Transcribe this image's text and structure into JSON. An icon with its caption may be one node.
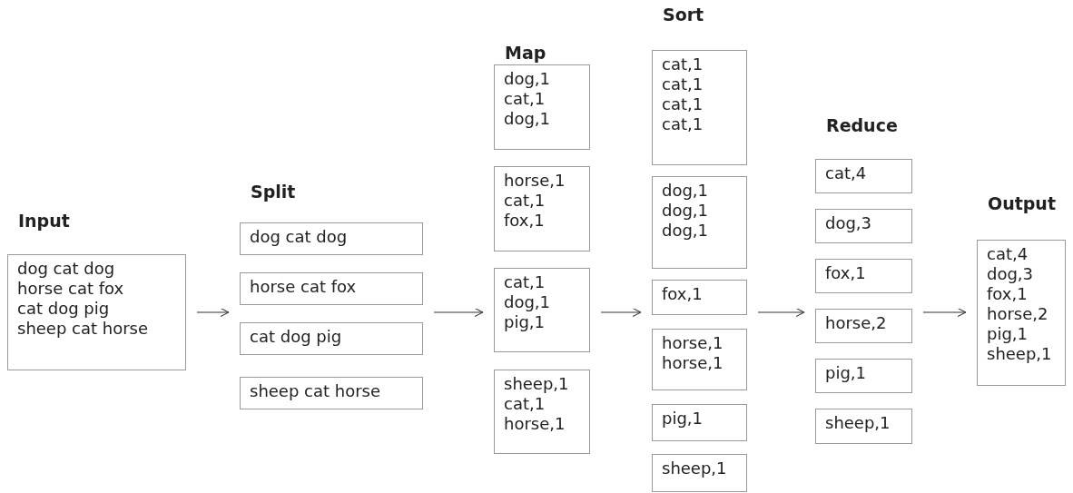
{
  "diagram": {
    "nodes": [
      {
        "text": [
          "Input"
        ]
      },
      {
        "text": [
          "dog cat dog horse cat fox cat dog pig sheep cat horse"
        ],
        "in": 0
      },
      {
        "text": [
          "Split"
        ]
      },
      {
        "text": [
          "dog cat dog"
        ],
        "in": 2
      },
      {
        "text": [
          "horse cat fox"
        ],
        "in": 2
      },
      {
        "text": [
          "cat dog pig"
        ],
        "in": 2
      },
      {
        "text": [
          "sheep cat horse"
        ],
        "in": 2
      },
      {
        "text": [
          "Map"
        ]
      },
      {
        "text": [
          "dog,1 cat,1 dog,1"
        ],
        "in": 7
      },
      {
        "text": [
          "horse,1 cat,1 fox,1"
        ],
        "in": 7
      },
      {
        "text": [
          "cat,1 dog,1 pig,1"
        ],
        "in": 7
      },
      {
        "text": [
          "sheep,1 cat,1 horse,1"
        ],
        "in": 7
      },
      {
        "text": [
          "Sort"
        ]
      },
      {
        "text": [
          "cat,1 cat,1 cat,1 cat,1"
        ],
        "in": 12
      },
      {
        "text": [
          "dog,1 dog,1 dog,1"
        ],
        "in": 12
      },
      {
        "text": [
          "fox,1"
        ],
        "in": 12
      },
      {
        "text": [
          "horse,1 horse,1"
        ],
        "in": 12
      },
      {
        "text": [
          "pig,1"
        ],
        "in": 12
      },
      {
        "text": [
          "sheep,1"
        ],
        "in": 12
      },
      {
        "text": [
          "Reduce"
        ]
      },
      {
        "text": [
          "cat,4"
        ],
        "in": 19
      },
      {
        "text": [
          "dog,3"
        ],
        "in": 19
      },
      {
        "text": [
          "fox,1"
        ],
        "in": 19
      },
      {
        "text": [
          "horse,2"
        ],
        "in": 19
      },
      {
        "text": [
          "pig,1"
        ],
        "in": 19
      },
      {
        "text": [
          "sheep,1"
        ],
        "in": 19
      },
      {
        "text": [
          "Output"
        ]
      },
      {
        "text": [
          "cat,4 dog,3 fox,1 horse,2 pig,1 sheep,1"
        ],
        "in": 26
      }
    ],
    "edges": [
      {
        "from": 0,
        "to": 2,
        "arrow": "to"
      },
      {
        "from": 2,
        "to": 7,
        "arrow": "to"
      },
      {
        "from": 7,
        "to": 12,
        "arrow": "to"
      },
      {
        "from": 12,
        "to": 19,
        "arrow": "to"
      },
      {
        "from": 19,
        "to": 26,
        "arrow": "to"
      }
    ]
  }
}
